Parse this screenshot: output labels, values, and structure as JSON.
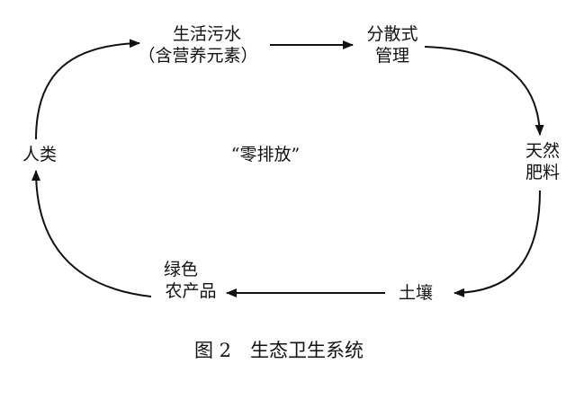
{
  "nodes": {
    "sewage": {
      "line1": "生活污水",
      "line2": "（含营养元素）"
    },
    "management": {
      "line1": "分散式",
      "line2": "管理"
    },
    "fertilizer": {
      "line1": "天然",
      "line2": "肥料"
    },
    "soil": {
      "line1": "土壤"
    },
    "produce": {
      "line1": "绿色",
      "line2": "农产品"
    },
    "human": {
      "line1": "人类"
    }
  },
  "center_label": "“零排放”",
  "caption": "图 2　生态卫生系统"
}
